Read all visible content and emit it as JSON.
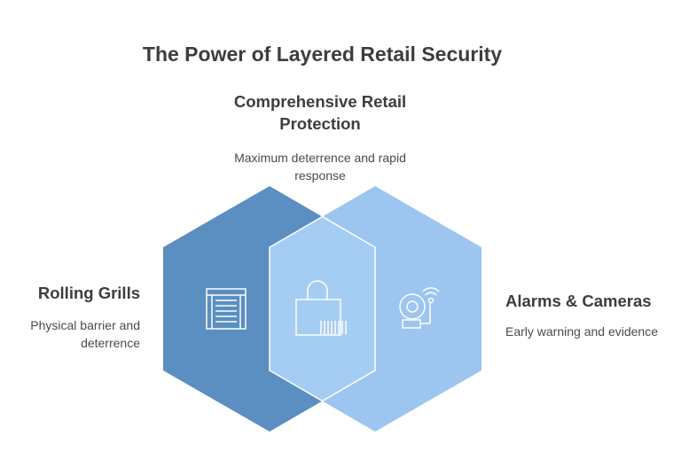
{
  "title": "The Power of Layered Retail Security",
  "center": {
    "heading": "Comprehensive Retail Protection",
    "description": "Maximum deterrence and rapid response",
    "icon": "padlock-barcode-icon"
  },
  "left": {
    "heading": "Rolling Grills",
    "description": "Physical barrier and deterrence",
    "icon": "rolling-shutter-icon"
  },
  "right": {
    "heading": "Alarms & Cameras",
    "description": "Early warning and evidence",
    "icon": "alarm-bell-icon"
  },
  "colors": {
    "left_hexagon": "#5b8fc1",
    "right_hexagon": "#9cc5f0",
    "overlap": "#a5ccf3",
    "icon_stroke": "#ffffff",
    "text": "#3d3d3d"
  }
}
